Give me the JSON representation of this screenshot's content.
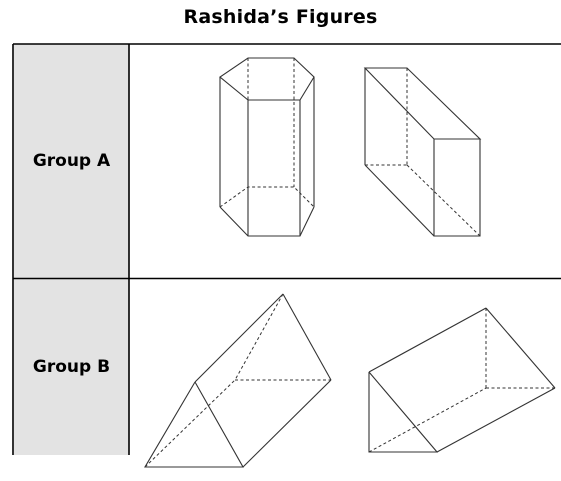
{
  "title": "Rashida’s Figures",
  "rows": [
    {
      "label": "Group A"
    },
    {
      "label": "Group B"
    }
  ],
  "colors": {
    "label_cell": "#e3e3e3",
    "border": "#000000",
    "figure_line": "#333333"
  }
}
